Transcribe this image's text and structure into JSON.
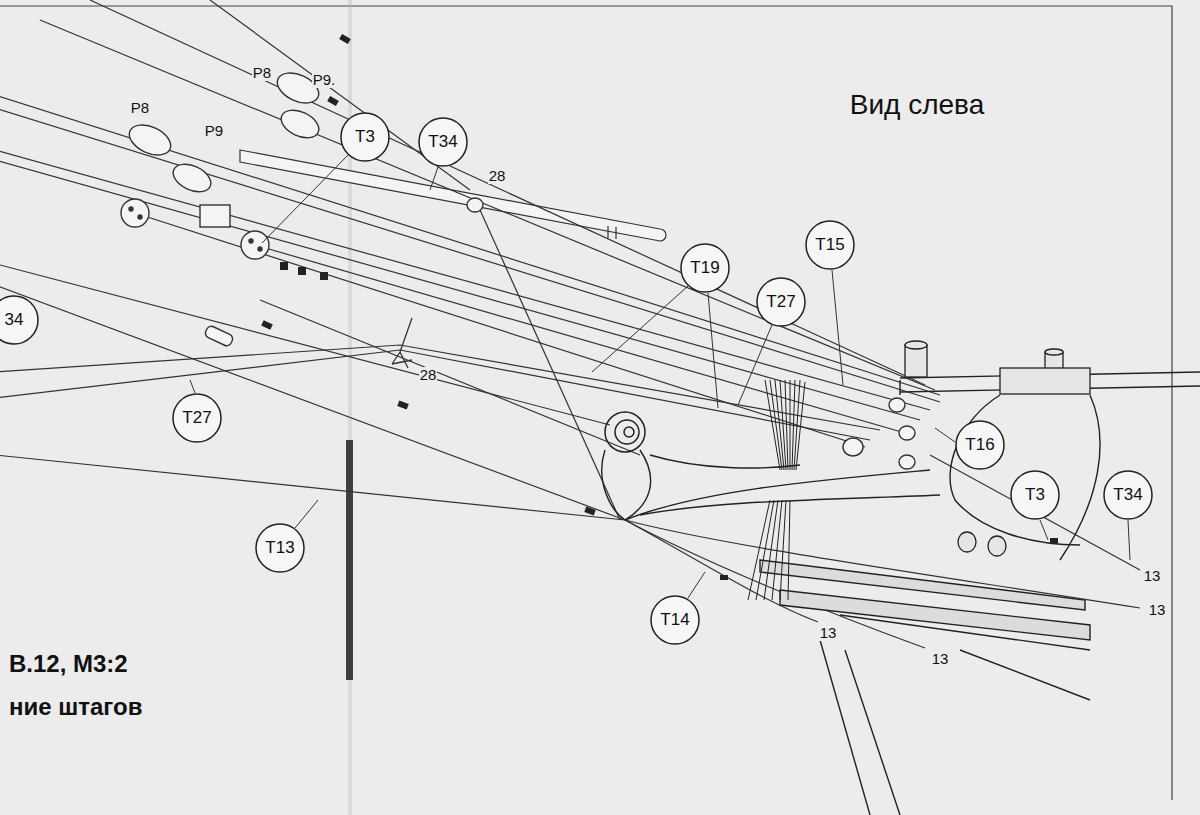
{
  "diagram": {
    "title": "Вид слева",
    "nodes": [
      {
        "text": [
          "T3"
        ]
      },
      {
        "text": [
          "T34"
        ]
      },
      {
        "text": [
          "T15"
        ]
      },
      {
        "text": [
          "T19"
        ]
      },
      {
        "text": [
          "T27"
        ]
      },
      {
        "text": [
          "34"
        ]
      },
      {
        "text": [
          "T27"
        ]
      },
      {
        "text": [
          "T16"
        ]
      },
      {
        "text": [
          "T3"
        ]
      },
      {
        "text": [
          "T34"
        ]
      },
      {
        "text": [
          "T13"
        ]
      },
      {
        "text": [
          "T14"
        ]
      }
    ],
    "labels": [
      "P8",
      "P9.",
      "P8",
      "P9",
      "28",
      "28",
      "13",
      "13",
      "13",
      "13",
      "В.12, М3:2",
      "ние штагов"
    ]
  }
}
